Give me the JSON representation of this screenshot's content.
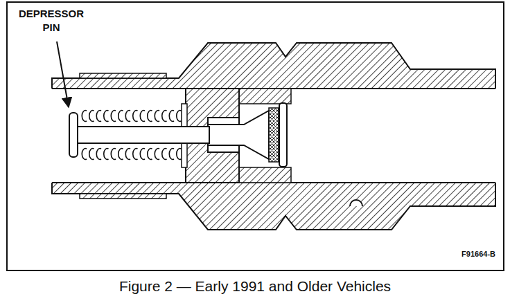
{
  "diagram": {
    "caption": "Figure 2 — Early 1991 and Older Vehicles",
    "labels": [
      "DEPRESSOR PIN",
      "F91664-B"
    ]
  }
}
